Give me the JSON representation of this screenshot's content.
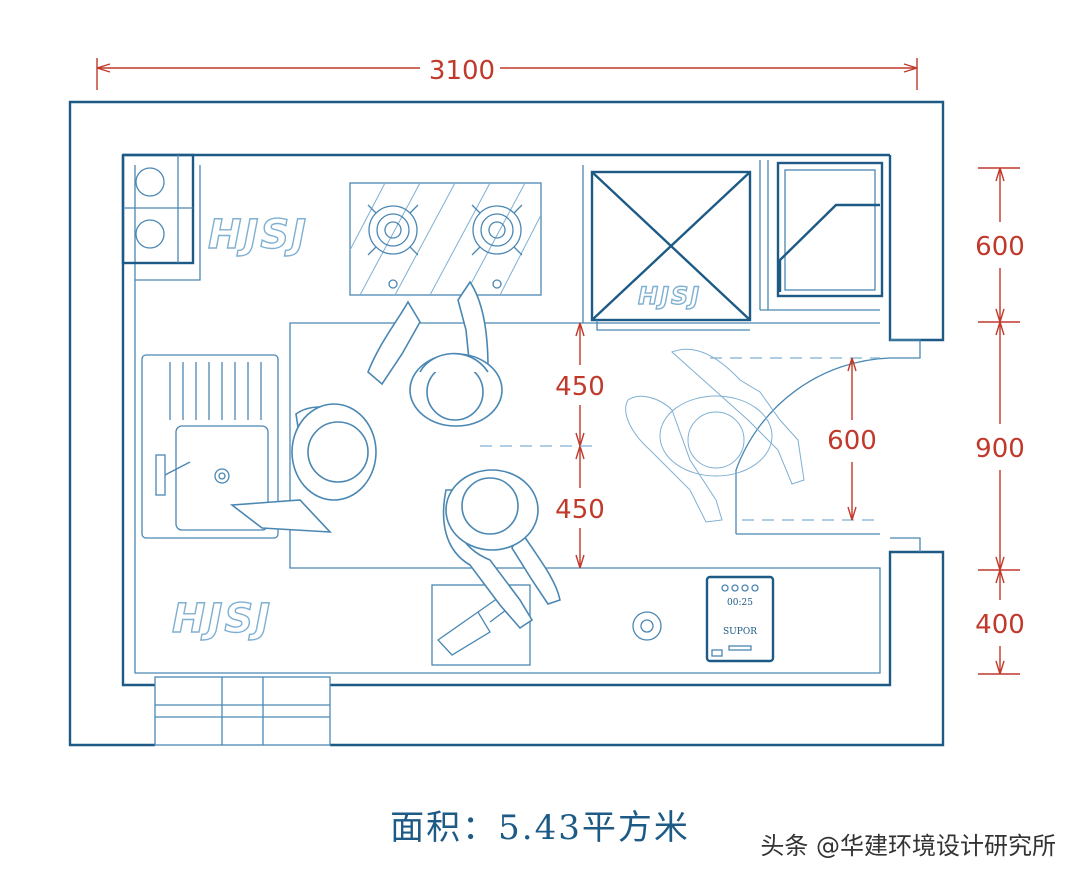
{
  "dimensions": {
    "width_total": "3100",
    "depth_cabinet_top": "600",
    "depth_aisle": "900",
    "depth_cabinet_bottom": "400",
    "gap_upper": "450",
    "gap_lower": "450",
    "door_swing": "600"
  },
  "logo": "HJSJ",
  "rice_cooker": {
    "display": "00:25",
    "brand": "SUPOR"
  },
  "area_label": "面积：5.43平方米",
  "watermark": "头条 @华建环境设计研究所",
  "colors": {
    "wall": "#1d5a86",
    "line": "#4a87b3",
    "dimension": "#c0392b"
  }
}
